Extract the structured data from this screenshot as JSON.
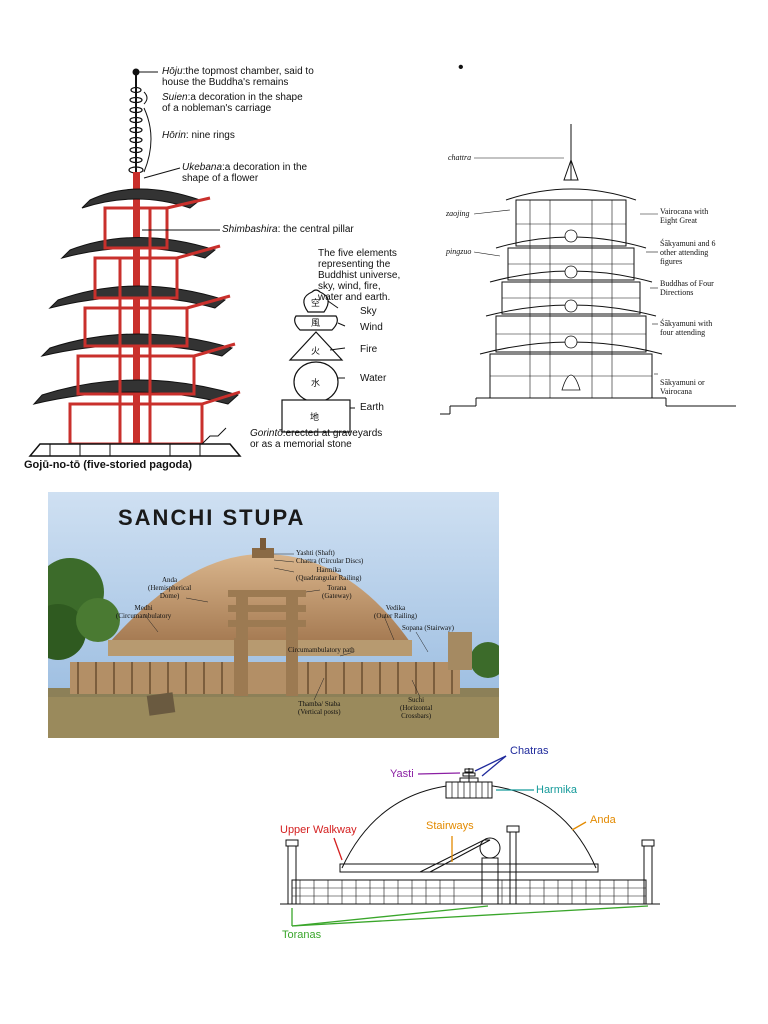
{
  "pagoda": {
    "hoju": {
      "term": "Hōju",
      "desc": ":the topmost chamber, said to",
      "desc2": "house the Buddha's remains"
    },
    "suien": {
      "term": "Suien",
      "desc": ":a decoration in the shape",
      "desc2": "of a nobleman's carriage"
    },
    "horin": {
      "term": "Hōrin",
      "desc": ": nine rings"
    },
    "ukebana": {
      "term": "Ukebana",
      "desc": ":a decoration in the",
      "desc2": "shape of a flower"
    },
    "shimbashira": {
      "term": "Shimbashira",
      "desc": ": the central pillar"
    },
    "elements_note": [
      "The five elements",
      "representing the",
      "Buddhist universe,",
      "sky, wind, fire,",
      "water and earth."
    ],
    "elements": [
      {
        "kanji": "空",
        "name": "Sky"
      },
      {
        "kanji": "風",
        "name": "Wind"
      },
      {
        "kanji": "火",
        "name": "Fire"
      },
      {
        "kanji": "水",
        "name": "Water"
      },
      {
        "kanji": "地",
        "name": "Earth"
      }
    ],
    "gorinto": {
      "term": "Gorintō",
      "desc": ":erected at graveyards",
      "desc2": "or as a memorial stone"
    },
    "caption": "Gojū-no-tō (five-storied pagoda)",
    "colors": {
      "structure": "#c9302c",
      "ink": "#111111"
    }
  },
  "section": {
    "bullet": "•",
    "left_labels": [
      "chattra",
      "zaojing",
      "pingzuo"
    ],
    "right_labels": [
      [
        "Vairocana with",
        "Eight Great"
      ],
      [
        "Śākyamuni and 6",
        "other attending",
        "figures"
      ],
      [
        "Buddhas of Four",
        "Directions"
      ],
      [
        "Śākyamuni with",
        "four attending"
      ],
      [
        "Sākyamuni or",
        "Vairocana"
      ]
    ]
  },
  "sanchi_photo": {
    "title": "SANCHI STUPA",
    "labels": [
      [
        "Yashti (Shaft)"
      ],
      [
        "Chattra (Circular Discs)"
      ],
      [
        "Harmika",
        "(Quadrangular Railing)"
      ],
      [
        "Torana",
        "(Gateway)"
      ],
      [
        "Anda",
        "(Hemispherical",
        "Dome)"
      ],
      [
        "Medhi",
        "(Circumambulatory"
      ],
      [
        "Vedika",
        "(Outer Railing)"
      ],
      [
        "Sopana (Stairway)"
      ],
      [
        "Circumambulatory path"
      ],
      [
        "Thamba/ Staba",
        "(Vertical posts)"
      ],
      [
        "Suchi",
        "(Horizontal",
        "Crossbars)"
      ]
    ],
    "colors": {
      "sky": "#a9c8e8",
      "dome": "#c9a27a",
      "ground": "#8a7a55"
    }
  },
  "stupa_diagram": {
    "labels": {
      "chatras": "Chatras",
      "yasti": "Yasti",
      "harmika": "Harmika",
      "anda": "Anda",
      "upper_walkway": "Upper Walkway",
      "stairways": "Stairways",
      "toranas": "Toranas"
    },
    "colors": {
      "chatras": "#1f2a9c",
      "yasti": "#8b1fa3",
      "harmika": "#159a9a",
      "anda": "#e38a00",
      "upper_walkway": "#d41f1f",
      "stairways": "#e38a00",
      "toranas": "#3aa62b"
    }
  }
}
